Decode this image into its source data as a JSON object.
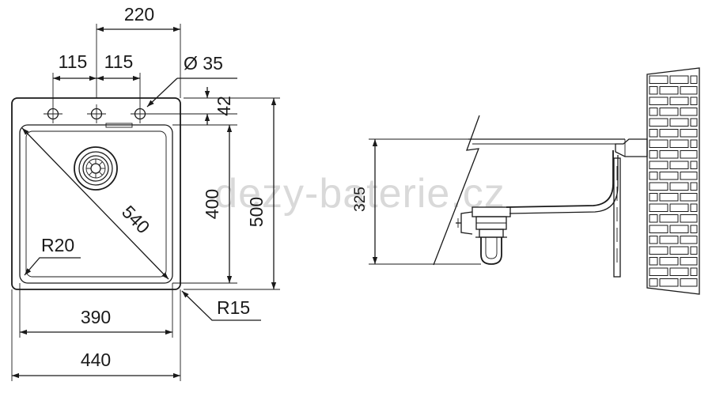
{
  "top_view": {
    "width_tap_span": "220",
    "tap_left_offset": "115",
    "tap_right_offset": "115",
    "tap_hole_diameter": "Ø 35",
    "tap_depth": "42",
    "diagonal": "540",
    "inner_height": "400",
    "outer_height": "500",
    "inner_radius": "R20",
    "outer_radius": "R15",
    "inner_width": "390",
    "outer_width": "440"
  },
  "side_view": {
    "depth": "325"
  },
  "watermark": "dezy-baterie.cz"
}
